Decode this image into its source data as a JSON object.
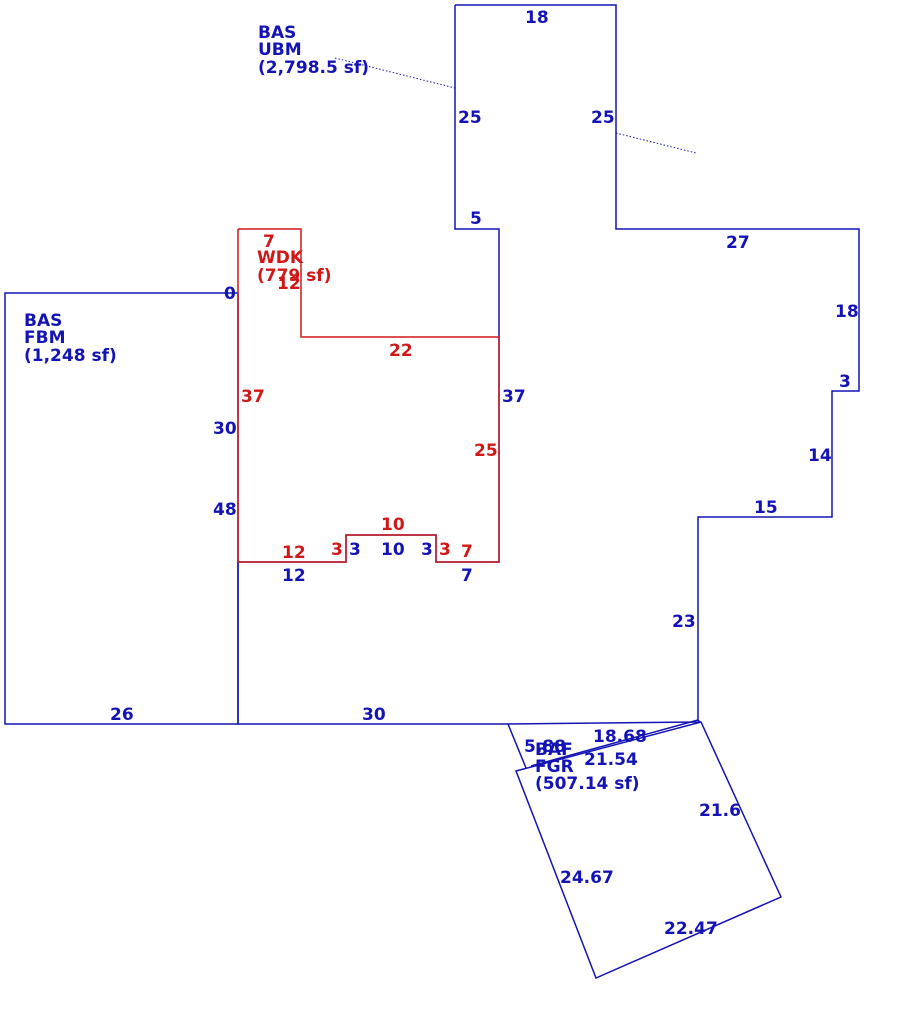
{
  "colors": {
    "primary": "#1414b4",
    "deck": "#d01818",
    "background": "#ffffff"
  },
  "areas": {
    "ubm": {
      "code": "BAS",
      "subcode": "UBM",
      "size": "(2,798.5 sf)"
    },
    "fbm": {
      "code": "BAS",
      "subcode": "FBM",
      "size": "(1,248 sf)"
    },
    "wdk": {
      "code": "WDK",
      "size": "(779 sf)"
    },
    "fgr": {
      "code": "BAF",
      "subcode": "FGR",
      "size": "(507.14 sf)"
    }
  },
  "dimensions": {
    "blue": [
      "18",
      "25",
      "25",
      "5",
      "27",
      "18",
      "3",
      "14",
      "15",
      "23",
      "37",
      "0",
      "30",
      "48",
      "26",
      "30",
      "12",
      "3",
      "10",
      "3",
      "7",
      "5.88",
      "18.68",
      "21.54",
      "21.6",
      "24.67",
      "22.47"
    ],
    "red": [
      "7",
      "12",
      "22",
      "37",
      "25",
      "12",
      "3",
      "10",
      "3",
      "7"
    ]
  }
}
